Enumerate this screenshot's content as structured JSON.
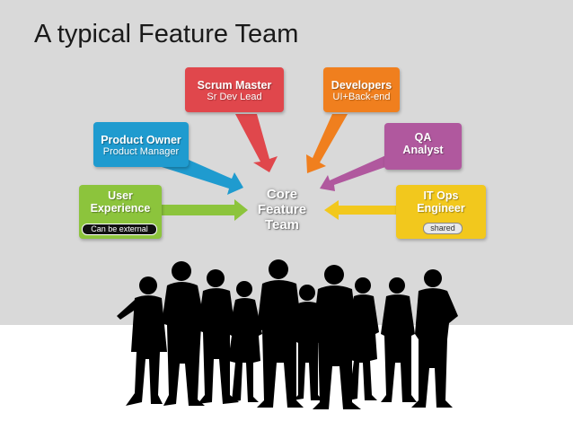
{
  "title": "A typical Feature Team",
  "center": {
    "line1": "Core",
    "line2": "Feature",
    "line3": "Team"
  },
  "roles": {
    "scrum_master": {
      "title": "Scrum Master",
      "subtitle": "Sr Dev Lead",
      "color": "#e0474c"
    },
    "developers": {
      "title": "Developers",
      "subtitle": "UI+Back-end",
      "color": "#f07f1e"
    },
    "product_owner": {
      "title": "Product Owner",
      "subtitle": "Product Manager",
      "color": "#1f9bcf"
    },
    "qa": {
      "title": "QA",
      "subtitle": "Analyst",
      "color": "#b0589e"
    },
    "user_experience": {
      "title": "User",
      "subtitle": "Experience",
      "tag": "Can be  external",
      "color": "#8cc43c"
    },
    "it_ops": {
      "title": "IT Ops",
      "subtitle": "Engineer",
      "tag": "shared",
      "color": "#f2c81d"
    }
  },
  "colors": {
    "slide_background": "#d9d9d9",
    "silhouettes": "#000000"
  }
}
